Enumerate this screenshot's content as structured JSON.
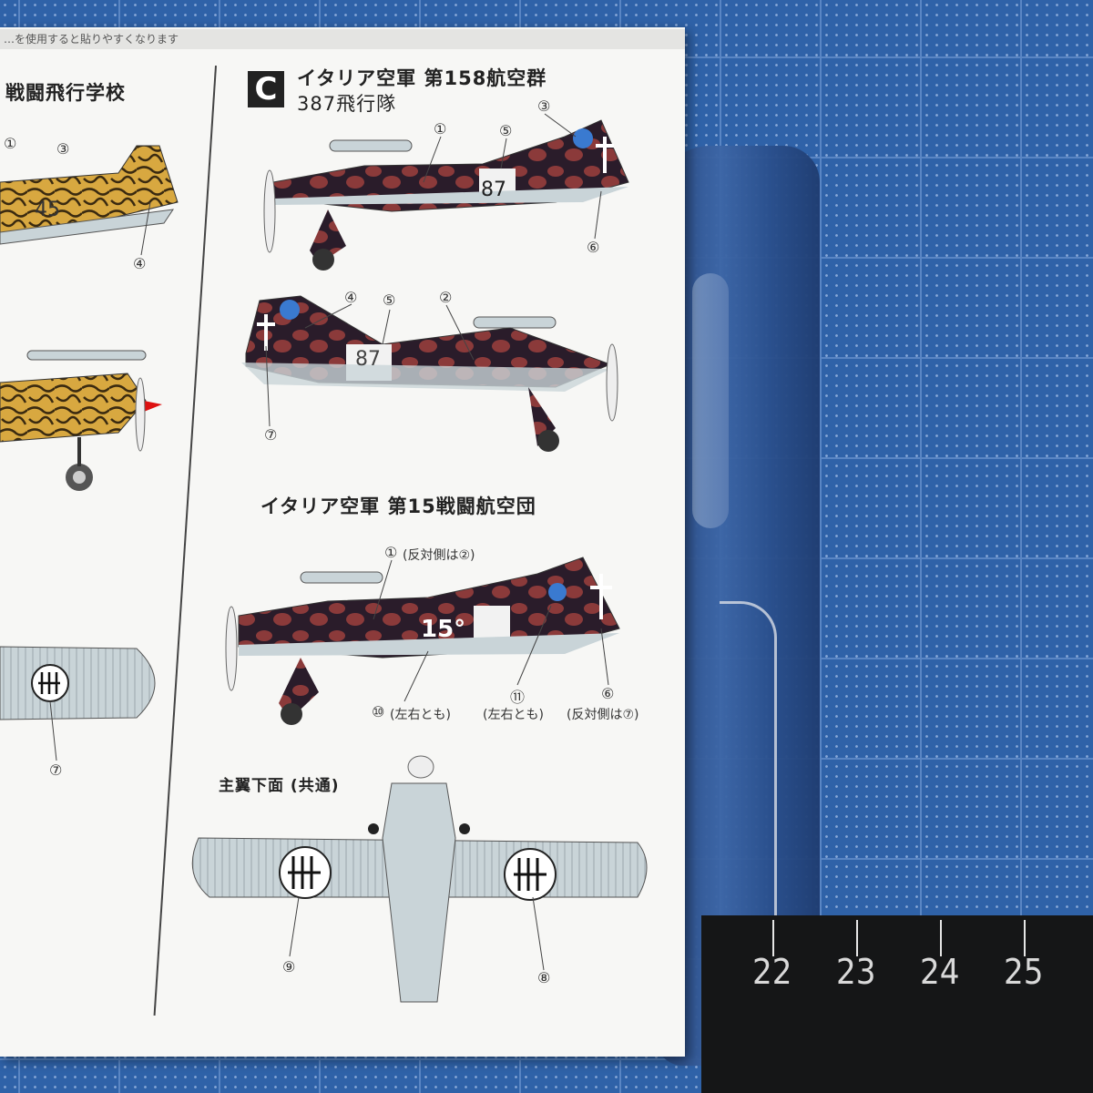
{
  "sheet": {
    "top_strip_text": "…を使用すると貼りやすくなります",
    "left_heading": "戦闘飛行学校",
    "section_letter": "C",
    "section_title_line1": "イタリア空軍 第158航空群",
    "section_title_line2": "387飛行隊",
    "second_title": "イタリア空軍 第15戦闘航空団",
    "underside_title": "主翼下面 (共通)"
  },
  "aircraft_markings": {
    "code_1": "87",
    "code_2": "87",
    "code_3": "15°",
    "code_left": "45"
  },
  "callouts": {
    "c1a": "①",
    "c3a": "③",
    "c4a": "④",
    "c7a": "⑦",
    "c1b": "①",
    "c5b": "⑤",
    "c3b": "③",
    "c6b": "⑥",
    "c4c": "④",
    "c5c": "⑤",
    "c2c": "②",
    "c7c": "⑦",
    "c1d": "①",
    "c1d_note": "(反対側は②)",
    "c10d": "⑩",
    "c10d_note": "(左右とも)",
    "c11d": "⑪",
    "c11d_note": "(左右とも)",
    "c6d": "⑥",
    "c6d_note": "(反対側は⑦)",
    "c9e": "⑨",
    "c8e": "⑧"
  },
  "ruler": {
    "labels": [
      "22",
      "23",
      "24",
      "25"
    ]
  },
  "colors": {
    "mat": "#2f62a8",
    "camo_red": "#8b3a3a",
    "camo_dark": "#2a1c2a",
    "desert_yellow": "#d8a840",
    "underside_grey": "#c9d4d8"
  }
}
